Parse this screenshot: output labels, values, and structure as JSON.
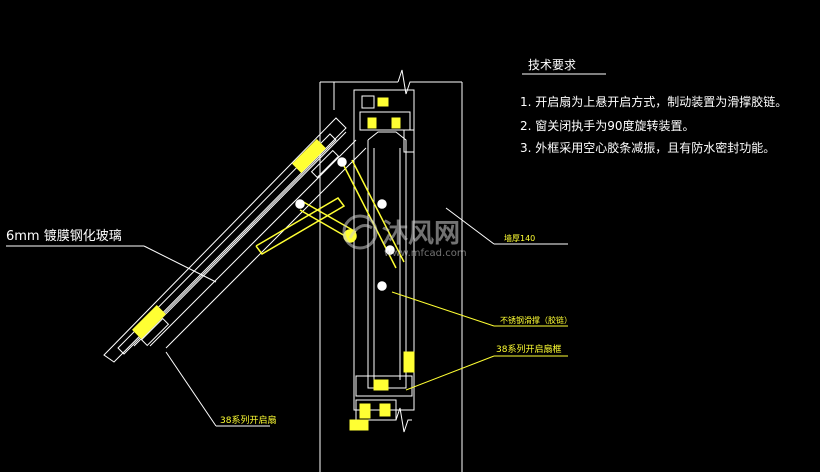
{
  "drawing": {
    "tech_title": "技术要求",
    "requirements": [
      "1. 开启扇为上悬开启方式，制动装置为滑撑胶链。",
      "2. 窗关闭执手为90度旋转装置。",
      "3. 外框采用空心胶条减振，且有防水密封功能。"
    ],
    "glass_label": "6mm 镀膜钢化玻璃",
    "wall_thickness_label": "墙厚140",
    "hinge_label": "不锈钢滑撑（胶链）",
    "frame_label": "38系列开启扇框",
    "sash_label": "38系列开启扇"
  },
  "watermark": {
    "brand": "沐风网",
    "url": "www.mfcad.com"
  },
  "colors": {
    "background": "#000000",
    "line_white": "#ffffff",
    "line_yellow": "#ffff33",
    "text_white": "#ffffff"
  }
}
